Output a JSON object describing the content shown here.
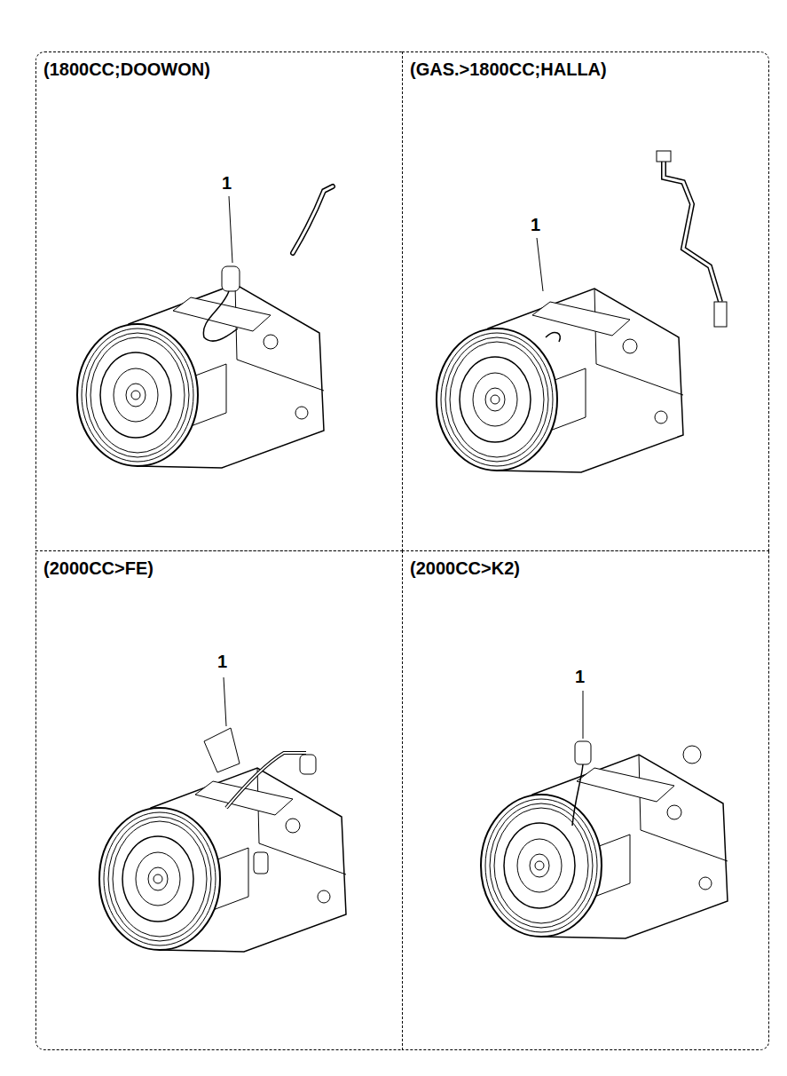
{
  "diagram": {
    "nodes": [
      {
        "text": [
          "(1800CC;DOOWON)"
        ]
      },
      {
        "text": [
          "(GAS.>1800CC;HALLA)"
        ]
      },
      {
        "text": [
          "(2000CC>FE)"
        ]
      },
      {
        "text": [
          "(2000CC>K2)"
        ]
      }
    ],
    "labels": [
      "1",
      "1",
      "1",
      "1"
    ]
  }
}
